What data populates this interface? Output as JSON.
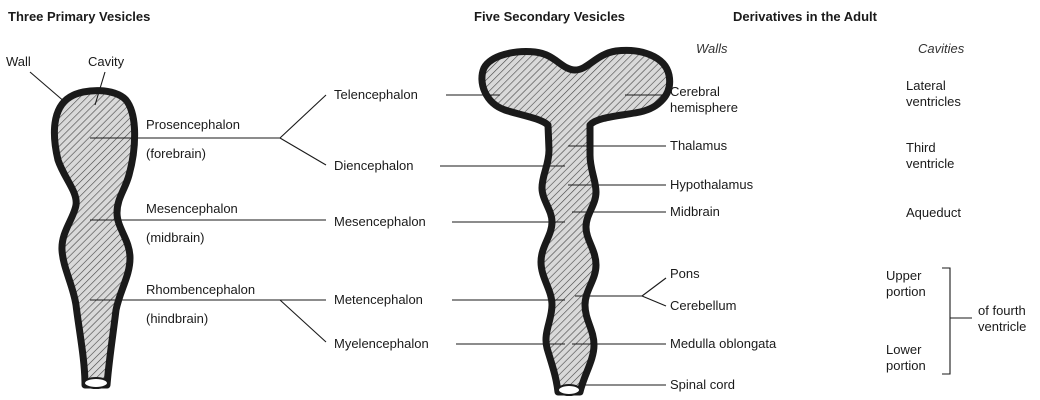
{
  "headings": {
    "primary": "Three Primary Vesicles",
    "secondary": "Five Secondary Vesicles",
    "adult": "Derivatives in the Adult"
  },
  "subheadings": {
    "walls": "Walls",
    "cavities": "Cavities"
  },
  "callouts": {
    "wall": "Wall",
    "cavity": "Cavity"
  },
  "primary_vesicles": [
    {
      "name": "Prosencephalon",
      "common": "(forebrain)"
    },
    {
      "name": "Mesencephalon",
      "common": "(midbrain)"
    },
    {
      "name": "Rhombencephalon",
      "common": "(hindbrain)"
    }
  ],
  "secondary_vesicles": [
    "Telencephalon",
    "Diencephalon",
    "Mesencephalon",
    "Metencephalon",
    "Myelencephalon"
  ],
  "walls": [
    "Cerebral\nhemisphere",
    "Thalamus",
    "Hypothalamus",
    "Midbrain",
    "Pons",
    "Cerebellum",
    "Medulla oblongata",
    "Spinal cord"
  ],
  "cavities": [
    "Lateral\nventricles",
    "Third\nventricle",
    "Aqueduct",
    "Upper\nportion",
    "Lower\nportion",
    "of fourth\nventricle"
  ],
  "colors": {
    "outline": "#1a1a1a",
    "hatch": "#444444",
    "fill": "#d9d9d9",
    "text": "#1a1a1a"
  }
}
